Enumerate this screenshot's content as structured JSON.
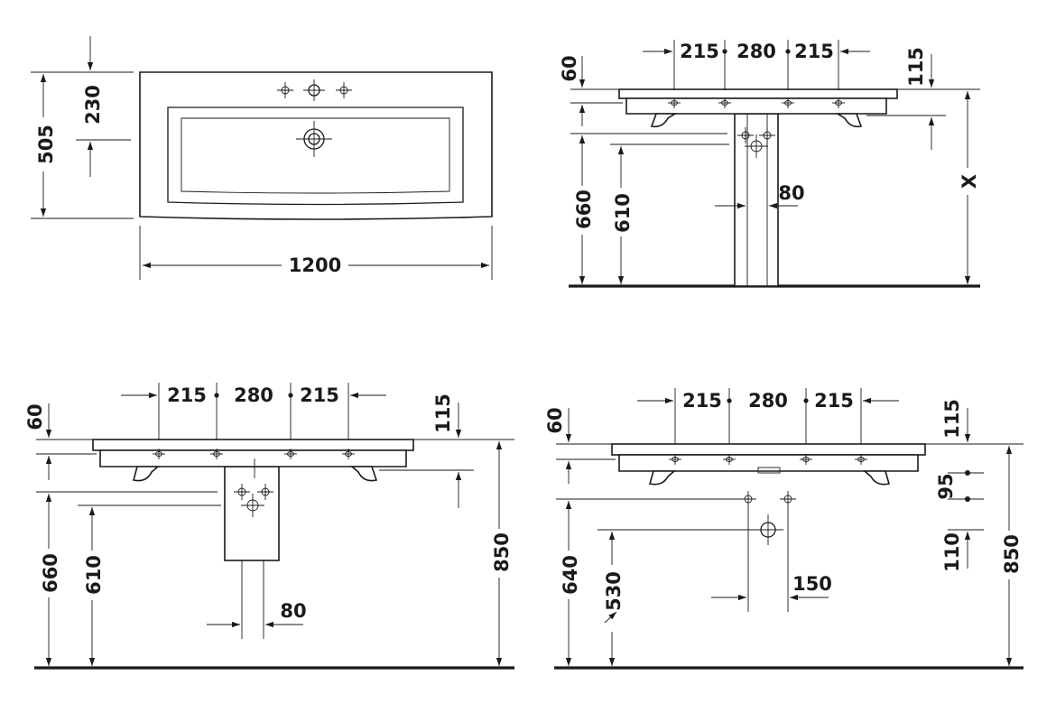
{
  "diagram": {
    "top_view": {
      "width_mm": "1200",
      "depth_mm": "505",
      "tap_offset_mm": "230"
    },
    "front_view_pedestal": {
      "spacing_left": "215",
      "spacing_mid": "280",
      "spacing_right": "215",
      "rim_thickness": "60",
      "offset_right": "115",
      "height_660": "660",
      "height_610": "610",
      "pedestal_gap": "80",
      "variable_height": "X"
    },
    "front_view_wall": {
      "spacing_left": "215",
      "spacing_mid": "280",
      "spacing_right": "215",
      "rim_thickness": "60",
      "offset_right": "115",
      "height_660": "660",
      "height_610": "610",
      "siphon_gap": "80",
      "total_height": "850"
    },
    "front_view_waste": {
      "spacing_left": "215",
      "spacing_mid": "280",
      "spacing_right": "215",
      "rim_thickness": "60",
      "offset_115": "115",
      "offset_95": "95",
      "offset_110": "110",
      "height_640": "640",
      "height_530": "530",
      "waste_spacing": "150",
      "total_height": "850"
    }
  }
}
